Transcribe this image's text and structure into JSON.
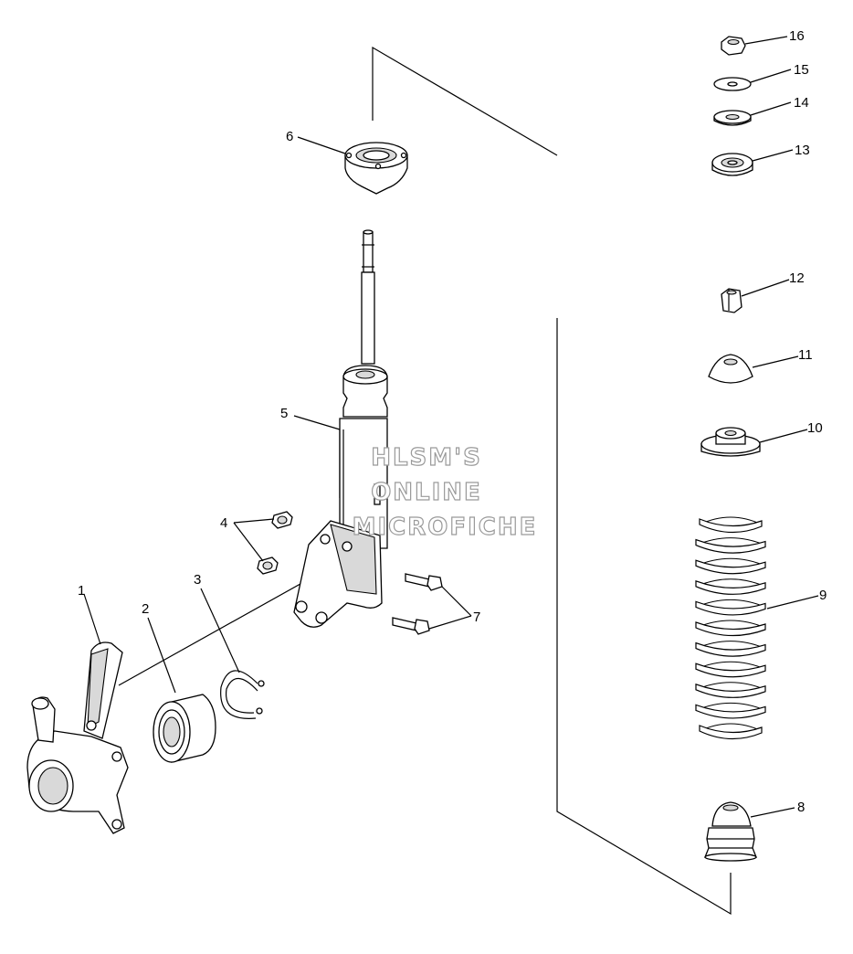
{
  "callouts": {
    "c1": "1",
    "c2": "2",
    "c3": "3",
    "c4": "4",
    "c5": "5",
    "c6": "6",
    "c7": "7",
    "c8": "8",
    "c9": "9",
    "c10": "10",
    "c11": "11",
    "c12": "12",
    "c13": "13",
    "c14": "14",
    "c15": "15",
    "c16": "16"
  },
  "watermark": {
    "line1": "HLSM'S",
    "line2": "ONLINE",
    "line3": "MICROFICHE"
  }
}
